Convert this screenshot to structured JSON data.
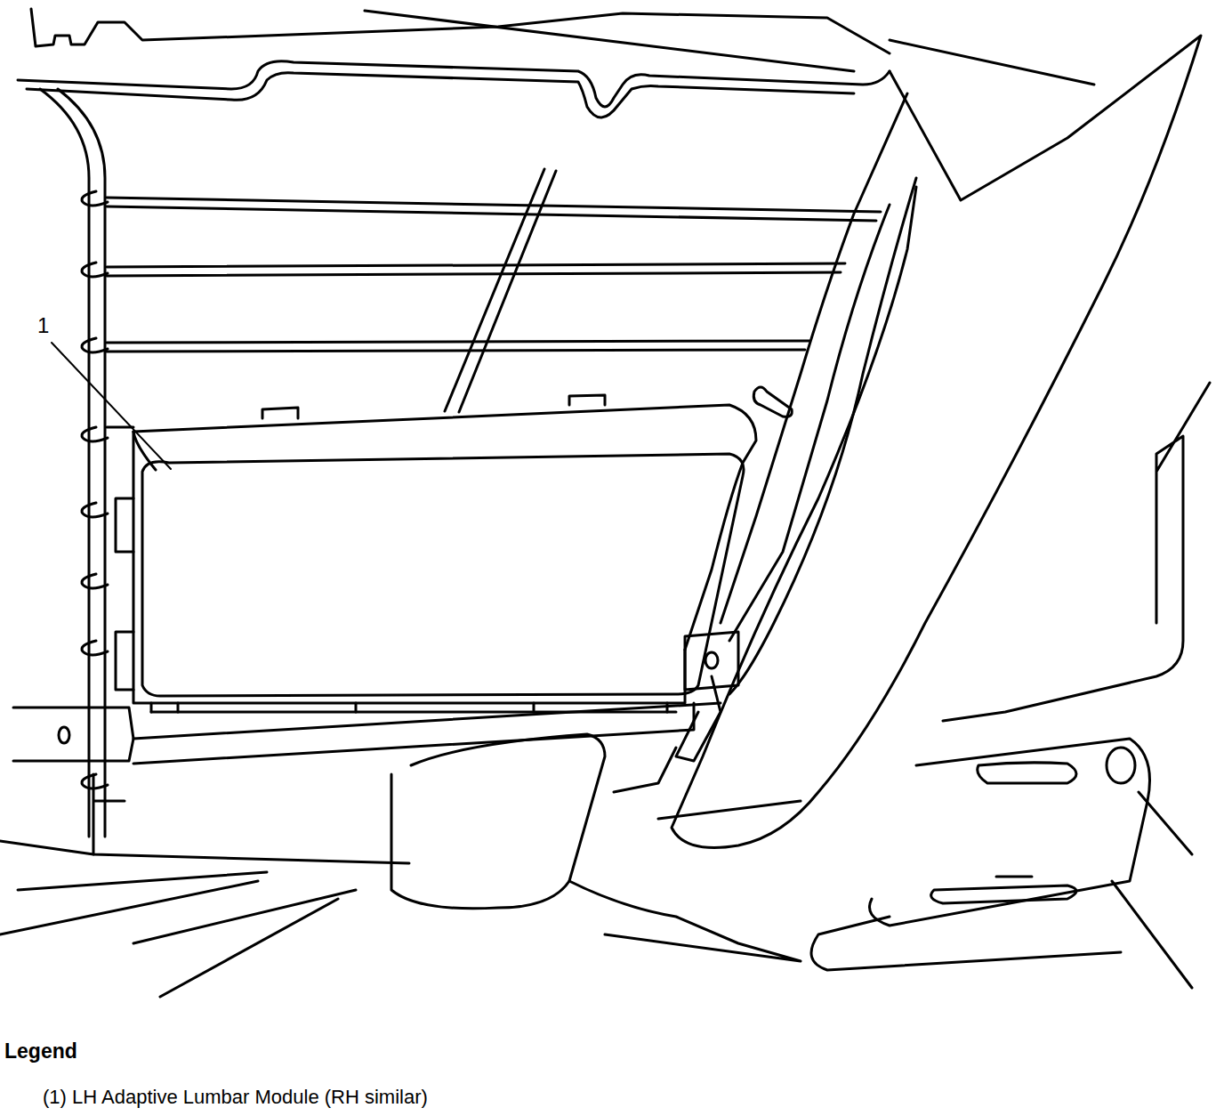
{
  "diagram": {
    "labels": [
      "1",
      "Legend"
    ],
    "legend": [
      {
        "text": "(1) LH Adaptive Lumbar Module (RH similar)"
      }
    ]
  }
}
